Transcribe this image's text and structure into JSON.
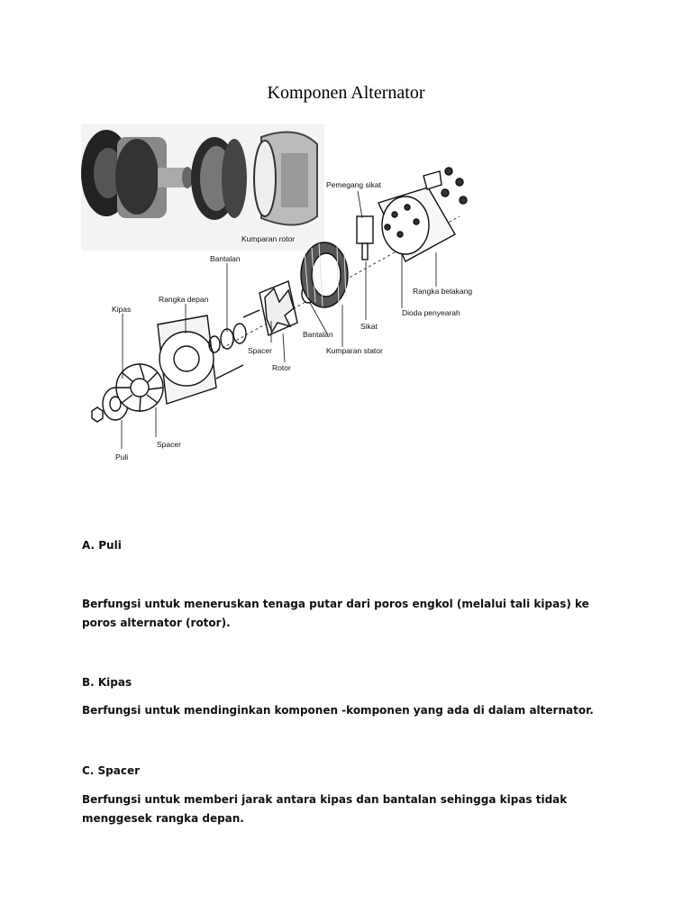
{
  "title": "Komponen Alternator",
  "figure": {
    "labels": {
      "kumparan_rotor_top": "Kumparan rotor",
      "pemegang_sikat": "Pemegang sikat",
      "bantalan_top": "Bantalan",
      "rangka_depan": "Rangka depan",
      "kipas": "Kipas",
      "rangka_belakang": "Rangka belakang",
      "dioda_penyearah": "Dioda penyearah",
      "sikat": "Sikat",
      "bantalan_mid": "Bantalan",
      "kumparan_stator": "Kumparan stator",
      "spacer_mid": "Spacer",
      "rotor": "Rotor",
      "spacer_bottom": "Spacer",
      "puli": "Puli"
    }
  },
  "sections": [
    {
      "heading": "A. Puli",
      "text": "Berfungsi untuk meneruskan tenaga putar dari poros engkol (melalui tali kipas) ke poros alternator (rotor)."
    },
    {
      "heading": "B. Kipas",
      "text": "Berfungsi untuk mendinginkan komponen -komponen yang ada di dalam alternator."
    },
    {
      "heading": "C. Spacer",
      "text": "Berfungsi untuk memberi jarak antara kipas dan bantalan sehingga kipas tidak menggesek rangka depan."
    }
  ]
}
